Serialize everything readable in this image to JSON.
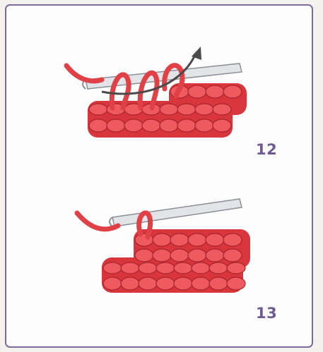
{
  "steps": [
    {
      "number": "12"
    },
    {
      "number": "13"
    }
  ],
  "colors": {
    "yarn": "#e04147",
    "yarn_shadow": "#a8252b",
    "hook": "#e2e4e8",
    "hook_outline": "#8b8f96",
    "arrow": "#4a4a4a",
    "frame": "#7e6a9a",
    "number_text": "#6f5a92"
  },
  "icons": [
    "crochet-hook",
    "yarn-loop",
    "arrow"
  ]
}
